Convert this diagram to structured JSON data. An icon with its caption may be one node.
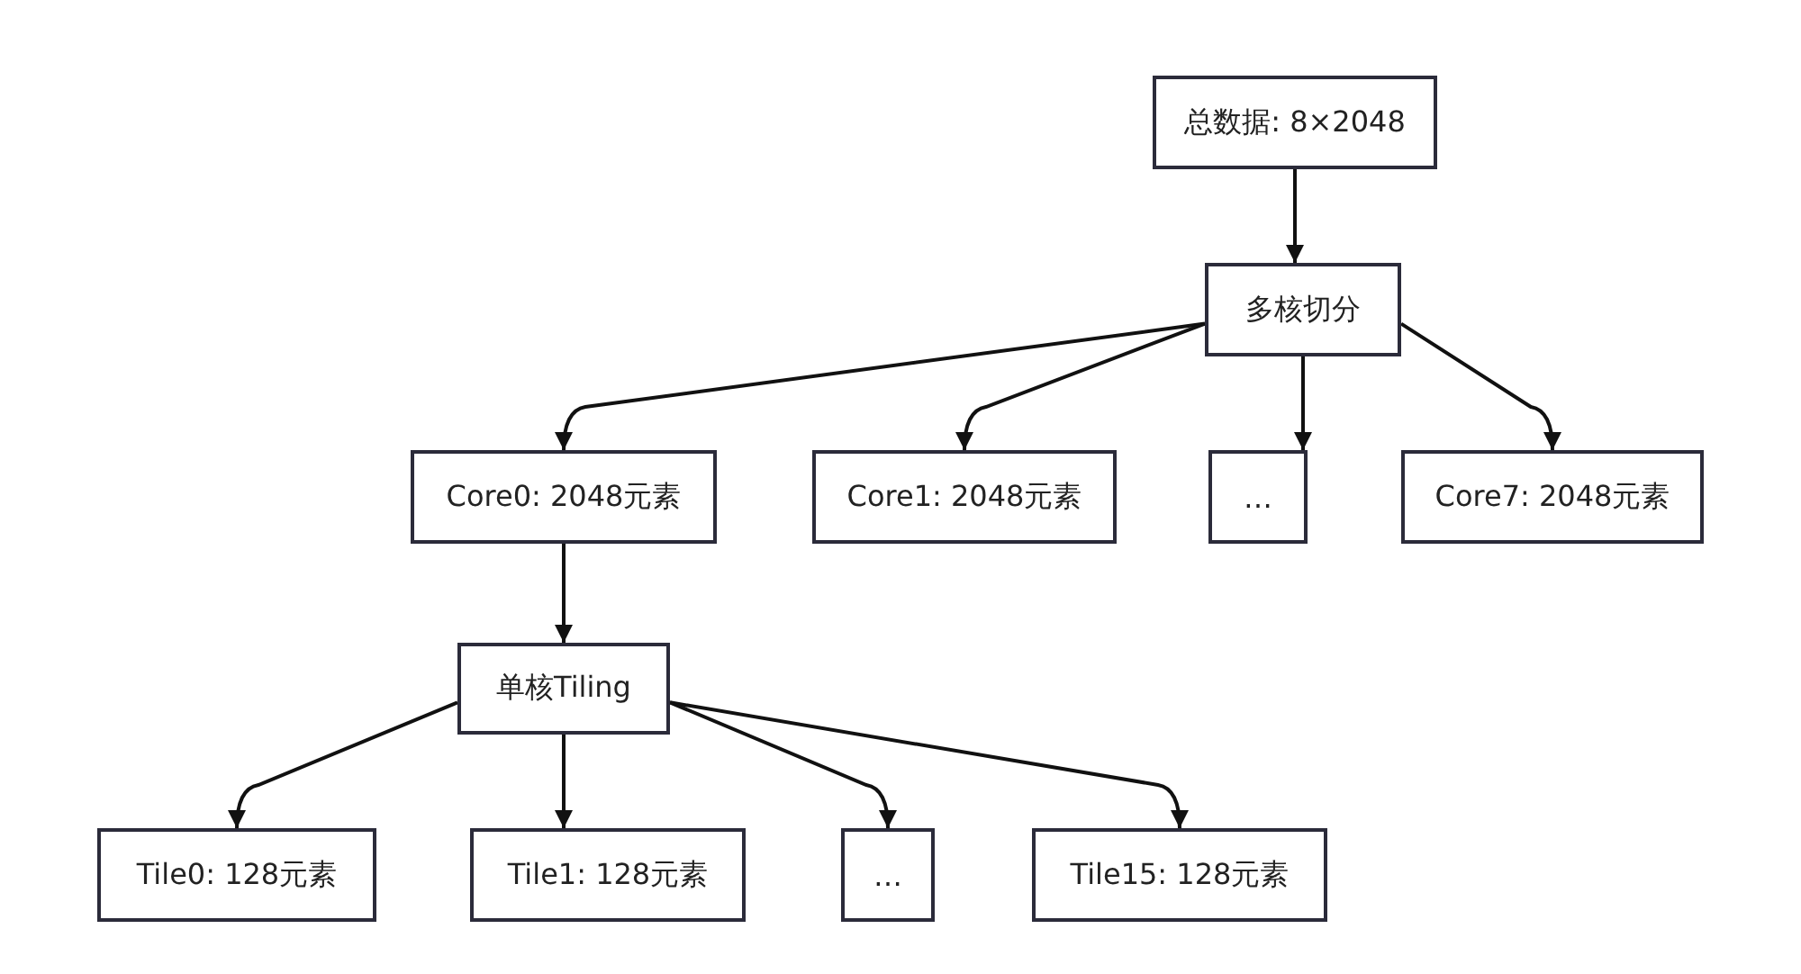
{
  "diagram": {
    "nodes": [
      {
        "text": [
          "总数据: 8×2048"
        ]
      },
      {
        "text": [
          "多核切分"
        ]
      },
      {
        "text": [
          "Core0: 2048元素"
        ]
      },
      {
        "text": [
          "Core1: 2048元素"
        ]
      },
      {
        "text": [
          "…"
        ]
      },
      {
        "text": [
          "Core7: 2048元素"
        ]
      },
      {
        "text": [
          "单核Tiling"
        ]
      },
      {
        "text": [
          "Tile0: 128元素"
        ]
      },
      {
        "text": [
          "Tile1: 128元素"
        ]
      },
      {
        "text": [
          "…"
        ]
      },
      {
        "text": [
          "Tile15: 128元素"
        ]
      }
    ],
    "edges": [
      {
        "from": 0,
        "to": 1,
        "arrow": "to"
      },
      {
        "from": 1,
        "to": 2,
        "arrow": "to"
      },
      {
        "from": 1,
        "to": 3,
        "arrow": "to"
      },
      {
        "from": 1,
        "to": 4,
        "arrow": "to"
      },
      {
        "from": 1,
        "to": 5,
        "arrow": "to"
      },
      {
        "from": 2,
        "to": 6,
        "arrow": "to"
      },
      {
        "from": 6,
        "to": 7,
        "arrow": "to"
      },
      {
        "from": 6,
        "to": 8,
        "arrow": "to"
      },
      {
        "from": 6,
        "to": 9,
        "arrow": "to"
      },
      {
        "from": 6,
        "to": 10,
        "arrow": "to"
      }
    ]
  }
}
